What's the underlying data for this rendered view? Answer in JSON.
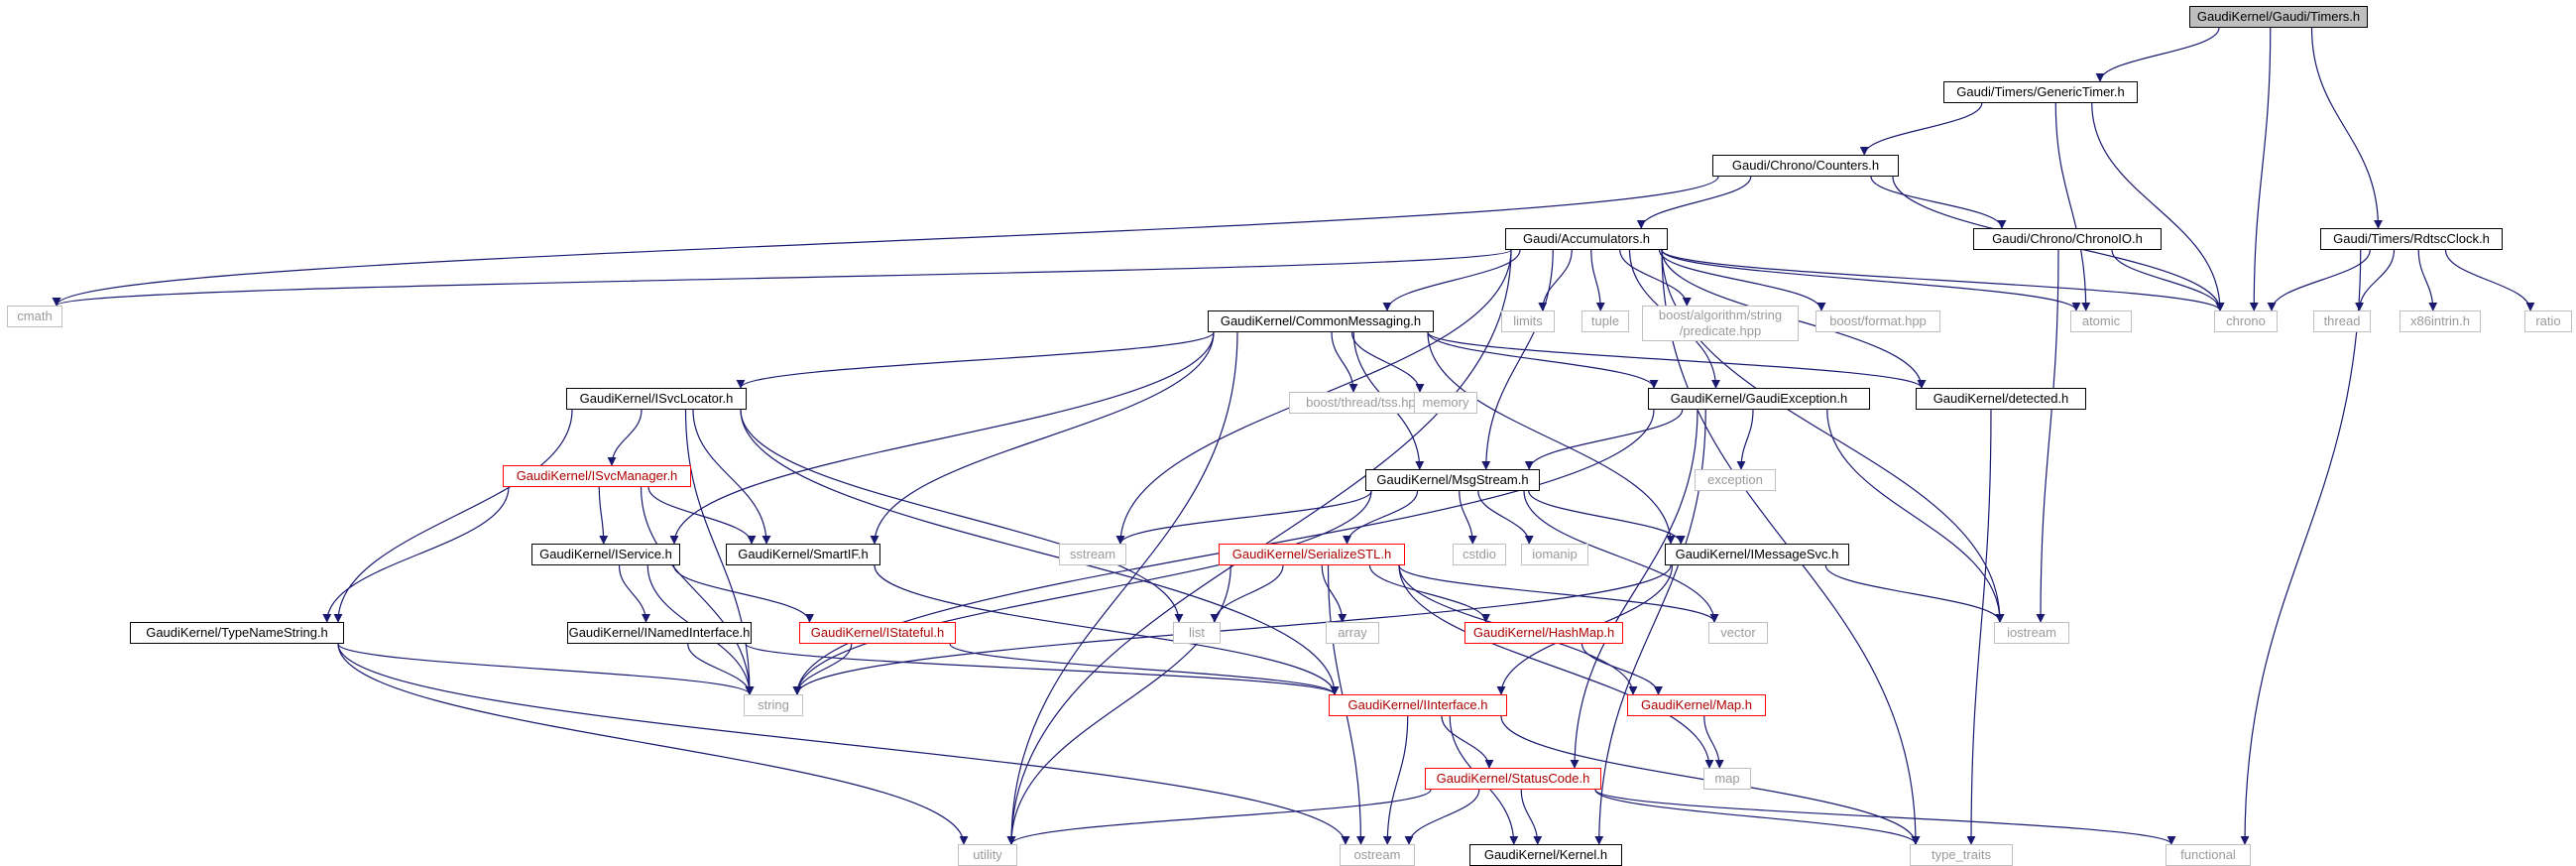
{
  "diagram": {
    "edge_color": "#191970",
    "nodes": [
      {
        "id": "timers",
        "label": "GaudiKernel/Gaudi/Timers.h",
        "kind": "root"
      },
      {
        "id": "generic_timer",
        "label": "Gaudi/Timers/GenericTimer.h",
        "kind": "local"
      },
      {
        "id": "counters",
        "label": "Gaudi/Chrono/Counters.h",
        "kind": "local"
      },
      {
        "id": "rdtsc_clock",
        "label": "Gaudi/Timers/RdtscClock.h",
        "kind": "local"
      },
      {
        "id": "accumulators",
        "label": "Gaudi/Accumulators.h",
        "kind": "local"
      },
      {
        "id": "chrono_io",
        "label": "Gaudi/Chrono/ChronoIO.h",
        "kind": "local"
      },
      {
        "id": "cmath",
        "label": "cmath",
        "kind": "system"
      },
      {
        "id": "limits",
        "label": "limits",
        "kind": "system"
      },
      {
        "id": "tuple",
        "label": "tuple",
        "kind": "system"
      },
      {
        "id": "boost_predicate",
        "label": "boost/algorithm/string\n/predicate.hpp",
        "kind": "system"
      },
      {
        "id": "boost_format",
        "label": "boost/format.hpp",
        "kind": "system"
      },
      {
        "id": "atomic",
        "label": "atomic",
        "kind": "system"
      },
      {
        "id": "chrono",
        "label": "chrono",
        "kind": "system"
      },
      {
        "id": "thread",
        "label": "thread",
        "kind": "system"
      },
      {
        "id": "x86intrin",
        "label": "x86intrin.h",
        "kind": "system"
      },
      {
        "id": "ratio",
        "label": "ratio",
        "kind": "system"
      },
      {
        "id": "common_messaging",
        "label": "GaudiKernel/CommonMessaging.h",
        "kind": "local"
      },
      {
        "id": "gaudi_exception",
        "label": "GaudiKernel/GaudiException.h",
        "kind": "local"
      },
      {
        "id": "detected",
        "label": "GaudiKernel/detected.h",
        "kind": "local"
      },
      {
        "id": "isvc_locator",
        "label": "GaudiKernel/ISvcLocator.h",
        "kind": "local"
      },
      {
        "id": "boost_threadtss",
        "label": "boost/thread/tss.hpp",
        "kind": "system"
      },
      {
        "id": "memory",
        "label": "memory",
        "kind": "system"
      },
      {
        "id": "exception",
        "label": "exception",
        "kind": "system"
      },
      {
        "id": "isvc_manager",
        "label": "GaudiKernel/ISvcManager.h",
        "kind": "truncated"
      },
      {
        "id": "msg_stream",
        "label": "GaudiKernel/MsgStream.h",
        "kind": "local"
      },
      {
        "id": "iservice",
        "label": "GaudiKernel/IService.h",
        "kind": "local"
      },
      {
        "id": "smart_if",
        "label": "GaudiKernel/SmartIF.h",
        "kind": "local"
      },
      {
        "id": "sstream",
        "label": "sstream",
        "kind": "system"
      },
      {
        "id": "serialize_stl",
        "label": "GaudiKernel/SerializeSTL.h",
        "kind": "truncated"
      },
      {
        "id": "cstdio",
        "label": "cstdio",
        "kind": "system"
      },
      {
        "id": "iomanip",
        "label": "iomanip",
        "kind": "system"
      },
      {
        "id": "imessage_svc",
        "label": "GaudiKernel/IMessageSvc.h",
        "kind": "local"
      },
      {
        "id": "type_name_string",
        "label": "GaudiKernel/TypeNameString.h",
        "kind": "local"
      },
      {
        "id": "inamed_interface",
        "label": "GaudiKernel/INamedInterface.h",
        "kind": "local"
      },
      {
        "id": "istateful",
        "label": "GaudiKernel/IStateful.h",
        "kind": "truncated"
      },
      {
        "id": "list",
        "label": "list",
        "kind": "system"
      },
      {
        "id": "array",
        "label": "array",
        "kind": "system"
      },
      {
        "id": "hash_map",
        "label": "GaudiKernel/HashMap.h",
        "kind": "truncated"
      },
      {
        "id": "vector",
        "label": "vector",
        "kind": "system"
      },
      {
        "id": "iostream",
        "label": "iostream",
        "kind": "system"
      },
      {
        "id": "string",
        "label": "string",
        "kind": "system"
      },
      {
        "id": "iinterface",
        "label": "GaudiKernel/IInterface.h",
        "kind": "truncated"
      },
      {
        "id": "map_h",
        "label": "GaudiKernel/Map.h",
        "kind": "truncated"
      },
      {
        "id": "map",
        "label": "map",
        "kind": "system"
      },
      {
        "id": "status_code",
        "label": "GaudiKernel/StatusCode.h",
        "kind": "truncated"
      },
      {
        "id": "utility",
        "label": "utility",
        "kind": "system"
      },
      {
        "id": "ostream",
        "label": "ostream",
        "kind": "system"
      },
      {
        "id": "kernel",
        "label": "GaudiKernel/Kernel.h",
        "kind": "local"
      },
      {
        "id": "type_traits",
        "label": "type_traits",
        "kind": "system"
      },
      {
        "id": "functional",
        "label": "functional",
        "kind": "system"
      }
    ],
    "edges": [
      [
        "timers",
        "generic_timer"
      ],
      [
        "timers",
        "chrono"
      ],
      [
        "timers",
        "rdtsc_clock"
      ],
      [
        "generic_timer",
        "counters"
      ],
      [
        "generic_timer",
        "atomic"
      ],
      [
        "generic_timer",
        "chrono"
      ],
      [
        "counters",
        "cmath"
      ],
      [
        "counters",
        "accumulators"
      ],
      [
        "counters",
        "chrono_io"
      ],
      [
        "counters",
        "chrono"
      ],
      [
        "rdtsc_clock",
        "chrono"
      ],
      [
        "rdtsc_clock",
        "thread"
      ],
      [
        "rdtsc_clock",
        "x86intrin"
      ],
      [
        "rdtsc_clock",
        "ratio"
      ],
      [
        "rdtsc_clock",
        "functional"
      ],
      [
        "chrono_io",
        "chrono"
      ],
      [
        "chrono_io",
        "iostream"
      ],
      [
        "accumulators",
        "cmath"
      ],
      [
        "accumulators",
        "utility"
      ],
      [
        "accumulators",
        "common_messaging"
      ],
      [
        "accumulators",
        "sstream"
      ],
      [
        "accumulators",
        "msg_stream"
      ],
      [
        "accumulators",
        "limits"
      ],
      [
        "accumulators",
        "tuple"
      ],
      [
        "accumulators",
        "boost_predicate"
      ],
      [
        "accumulators",
        "boost_format"
      ],
      [
        "accumulators",
        "gaudi_exception"
      ],
      [
        "accumulators",
        "detected"
      ],
      [
        "accumulators",
        "atomic"
      ],
      [
        "accumulators",
        "chrono"
      ],
      [
        "accumulators",
        "iostream"
      ],
      [
        "accumulators",
        "type_traits"
      ],
      [
        "common_messaging",
        "isvc_locator"
      ],
      [
        "common_messaging",
        "iservice"
      ],
      [
        "common_messaging",
        "smart_if"
      ],
      [
        "common_messaging",
        "utility"
      ],
      [
        "common_messaging",
        "boost_threadtss"
      ],
      [
        "common_messaging",
        "memory"
      ],
      [
        "common_messaging",
        "msg_stream"
      ],
      [
        "common_messaging",
        "imessage_svc"
      ],
      [
        "common_messaging",
        "gaudi_exception"
      ],
      [
        "common_messaging",
        "detected"
      ],
      [
        "isvc_locator",
        "type_name_string"
      ],
      [
        "isvc_locator",
        "isvc_manager"
      ],
      [
        "isvc_locator",
        "smart_if"
      ],
      [
        "isvc_locator",
        "string"
      ],
      [
        "isvc_locator",
        "list"
      ],
      [
        "isvc_locator",
        "iinterface"
      ],
      [
        "isvc_manager",
        "type_name_string"
      ],
      [
        "isvc_manager",
        "iservice"
      ],
      [
        "isvc_manager",
        "smart_if"
      ],
      [
        "isvc_manager",
        "string"
      ],
      [
        "iservice",
        "inamed_interface"
      ],
      [
        "iservice",
        "istateful"
      ],
      [
        "iservice",
        "string"
      ],
      [
        "smart_if",
        "iinterface"
      ],
      [
        "gaudi_exception",
        "msg_stream"
      ],
      [
        "gaudi_exception",
        "exception"
      ],
      [
        "gaudi_exception",
        "iostream"
      ],
      [
        "gaudi_exception",
        "string"
      ],
      [
        "gaudi_exception",
        "status_code"
      ],
      [
        "gaudi_exception",
        "kernel"
      ],
      [
        "detected",
        "type_traits"
      ],
      [
        "msg_stream",
        "sstream"
      ],
      [
        "msg_stream",
        "serialize_stl"
      ],
      [
        "msg_stream",
        "cstdio"
      ],
      [
        "msg_stream",
        "iomanip"
      ],
      [
        "msg_stream",
        "imessage_svc"
      ],
      [
        "msg_stream",
        "string"
      ],
      [
        "msg_stream",
        "vector"
      ],
      [
        "imessage_svc",
        "iostream"
      ],
      [
        "imessage_svc",
        "string"
      ],
      [
        "imessage_svc",
        "iinterface"
      ],
      [
        "serialize_stl",
        "list"
      ],
      [
        "serialize_stl",
        "array"
      ],
      [
        "serialize_stl",
        "hash_map"
      ],
      [
        "serialize_stl",
        "vector"
      ],
      [
        "serialize_stl",
        "map_h"
      ],
      [
        "serialize_stl",
        "map"
      ],
      [
        "serialize_stl",
        "utility"
      ],
      [
        "serialize_stl",
        "ostream"
      ],
      [
        "hash_map",
        "map_h"
      ],
      [
        "map_h",
        "map"
      ],
      [
        "type_name_string",
        "string"
      ],
      [
        "type_name_string",
        "utility"
      ],
      [
        "type_name_string",
        "ostream"
      ],
      [
        "inamed_interface",
        "string"
      ],
      [
        "inamed_interface",
        "iinterface"
      ],
      [
        "istateful",
        "string"
      ],
      [
        "istateful",
        "iinterface"
      ],
      [
        "iinterface",
        "ostream"
      ],
      [
        "iinterface",
        "status_code"
      ],
      [
        "iinterface",
        "kernel"
      ],
      [
        "iinterface",
        "type_traits"
      ],
      [
        "status_code",
        "utility"
      ],
      [
        "status_code",
        "ostream"
      ],
      [
        "status_code",
        "kernel"
      ],
      [
        "status_code",
        "type_traits"
      ],
      [
        "status_code",
        "functional"
      ]
    ]
  }
}
